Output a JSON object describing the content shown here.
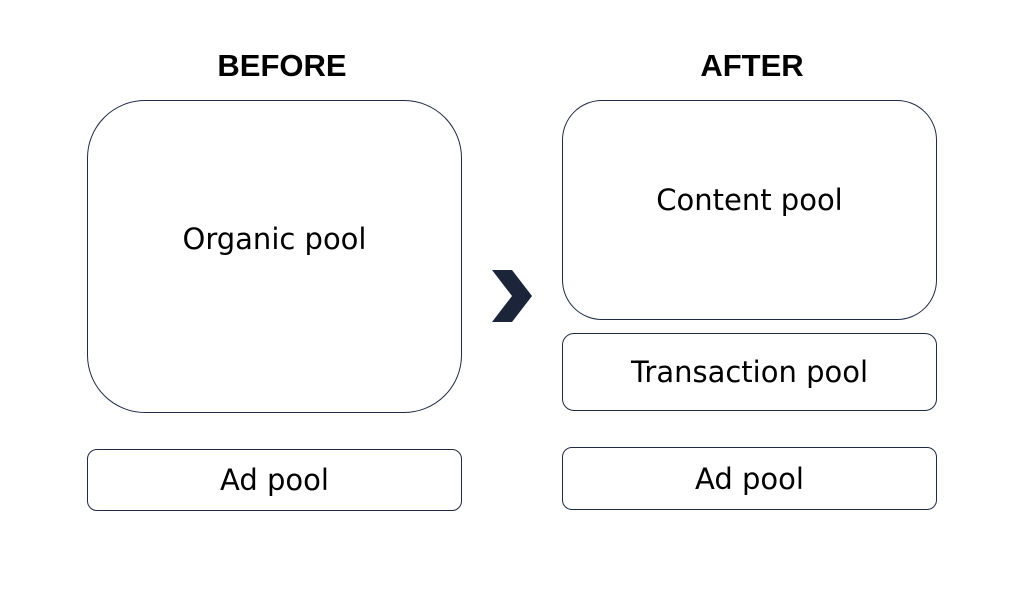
{
  "before": {
    "heading": "BEFORE",
    "organic_pool": "Organic pool",
    "ad_pool": "Ad pool"
  },
  "after": {
    "heading": "AFTER",
    "content_pool": "Content pool",
    "transaction_pool": "Transaction pool",
    "ad_pool": "Ad pool"
  },
  "arrow_icon": "chevron-right-icon",
  "colors": {
    "border": "#1f2a44",
    "arrow": "#1b2438",
    "text": "#000000",
    "background": "#ffffff"
  }
}
